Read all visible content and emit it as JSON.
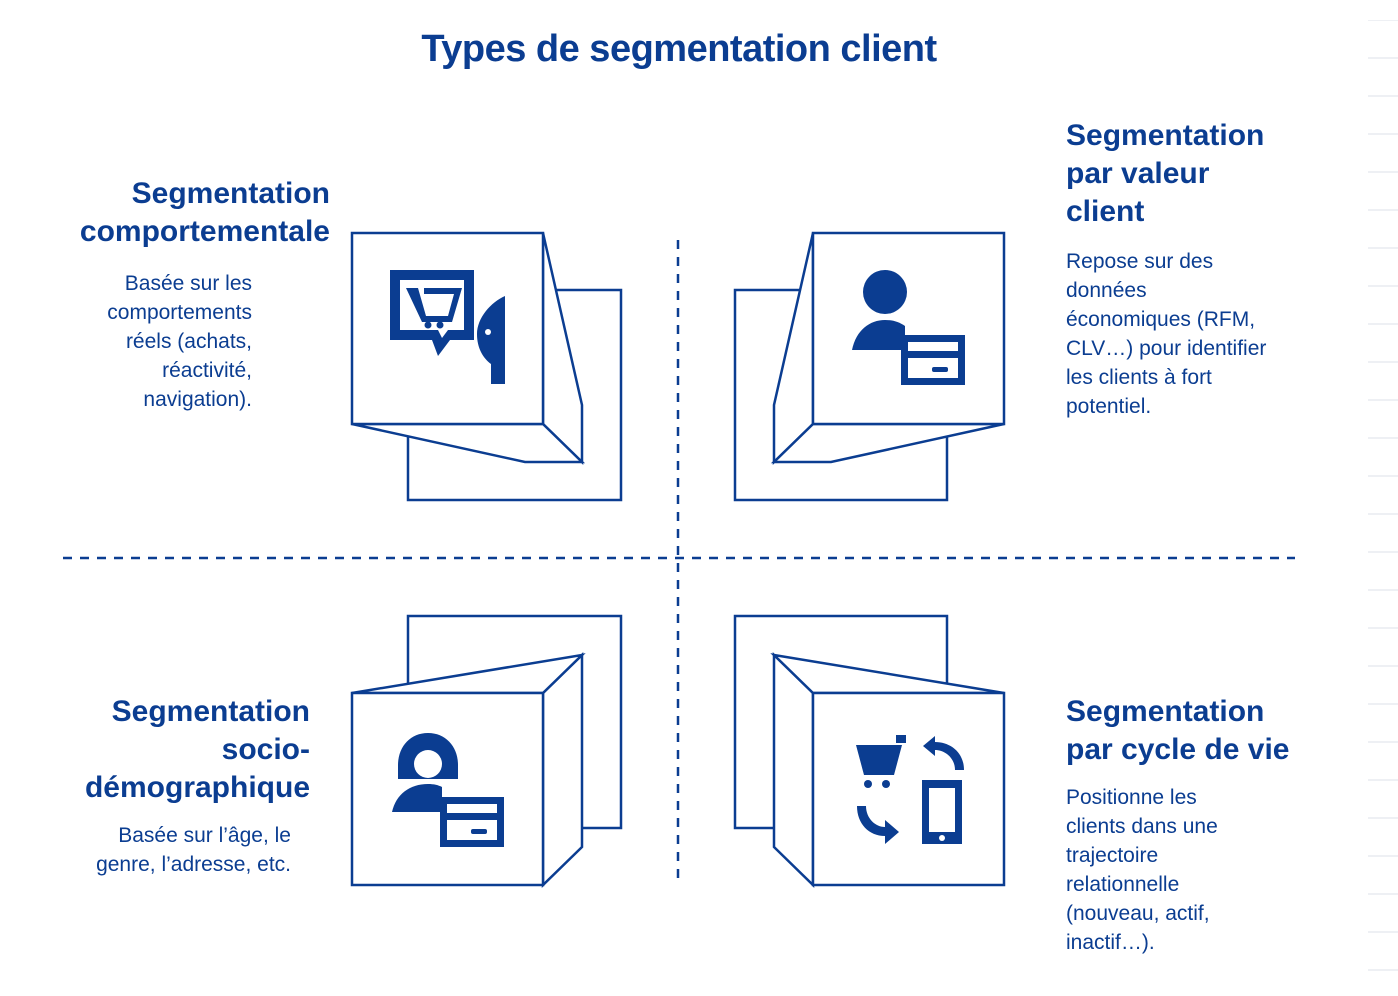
{
  "title": "Types de segmentation client",
  "colors": {
    "primary": "#0b3d91",
    "background": "#ffffff"
  },
  "segments": [
    {
      "id": "comportementale",
      "title_lines": [
        "Segmentation",
        "comportementale"
      ],
      "description_lines": [
        "Basée sur les",
        "comportements",
        "réels (achats,",
        "réactivité,",
        "navigation)."
      ],
      "icon": "shopping-chat-icon"
    },
    {
      "id": "valeur",
      "title_lines": [
        "Segmentation",
        "par valeur",
        "client"
      ],
      "description_lines": [
        "Repose sur des",
        "données",
        "économiques (RFM,",
        "CLV…) pour identifier",
        "les clients à fort",
        "potentiel."
      ],
      "icon": "user-card-icon"
    },
    {
      "id": "socio",
      "title_lines": [
        "Segmentation",
        "socio-",
        "démographique"
      ],
      "description_lines": [
        "Basée sur l’âge, le",
        "genre, l’adresse, etc."
      ],
      "icon": "woman-card-icon"
    },
    {
      "id": "cycle",
      "title_lines": [
        "Segmentation",
        "par cycle de vie"
      ],
      "description_lines": [
        "Positionne les",
        "clients dans une",
        "trajectoire",
        "relationnelle",
        "(nouveau, actif,",
        "inactif…)."
      ],
      "icon": "cart-phone-cycle-icon"
    }
  ]
}
